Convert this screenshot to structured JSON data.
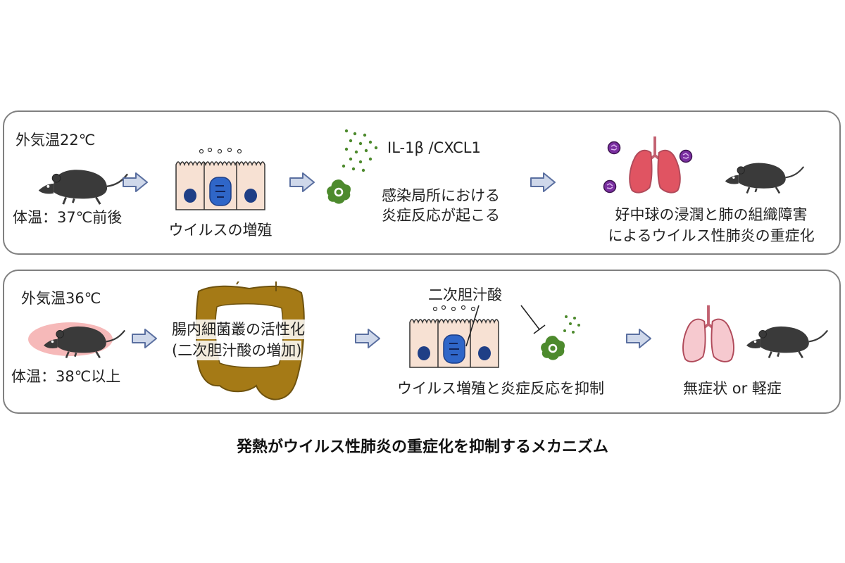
{
  "top_panel": {
    "outside_temp": "外気温22℃",
    "body_temp": "体温：37℃前後",
    "step1_label": "ウイルスの増殖",
    "cytokine_label": "IL-1β /CXCL1",
    "step2_label_line1": "感染局所における",
    "step2_label_line2": "炎症反応が起こる",
    "step3_label_line1": "好中球の浸潤と肺の組織障害",
    "step3_label_line2": "によるウイルス性肺炎の重症化"
  },
  "bottom_panel": {
    "outside_temp": "外気温36℃",
    "body_temp": "体温：38℃以上",
    "step1_label_line1": "腸内細菌叢の活性化",
    "step1_label_line2": "(二次胆汁酸の増加)",
    "bile_acid_label": "二次胆汁酸",
    "step2_label": "ウイルス増殖と炎症反応を抑制",
    "outcome_label": "無症状 or 軽症"
  },
  "caption": "発熱がウイルス性肺炎の重症化を抑制するメカニズム",
  "colors": {
    "panel_border": "#808080",
    "arrow_fill": "#cfd8ea",
    "arrow_stroke": "#5a6fa0",
    "mouse": "#3a3a3a",
    "cell_fill": "#f7e1d3",
    "nucleus": "#1f3f86",
    "infected_nucleus": "#2f66c8",
    "immune_cell": "#4d8a2d",
    "neutrophil": "#7a2fa0",
    "lung_inflamed": "#e05462",
    "lung_healthy": "#f6c9cf",
    "gut": "#a57a16",
    "fever_glow": "#f4a8a8"
  }
}
